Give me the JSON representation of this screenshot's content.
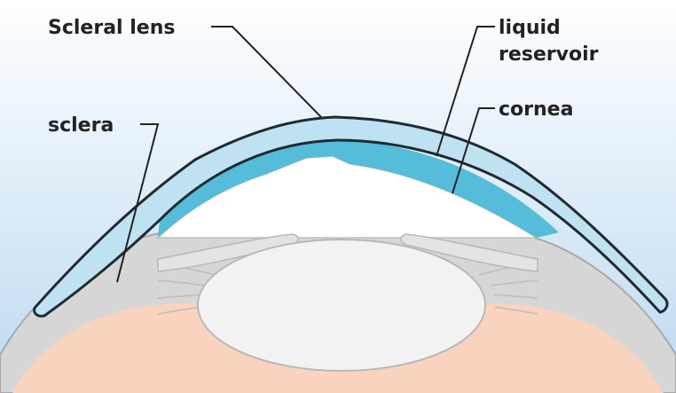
{
  "labels": {
    "scleral_lens": "Scleral lens",
    "liquid_line1": "liquid",
    "liquid_line2": "reservoir",
    "cornea": "cornea",
    "sclera": "sclera"
  },
  "colors": {
    "background_top": "#ffffff",
    "background_bottom": "#bcd9f1",
    "lens": "#bfe2f3",
    "lens_outline": "#1f2a33",
    "liquid_reservoir": "#55bcd9",
    "cornea": "#ffffff",
    "sclera": "#d6d6d6",
    "inner_tissue": "#f9d3be",
    "eye_lens": "#f2f2f2",
    "text": "#222222"
  }
}
